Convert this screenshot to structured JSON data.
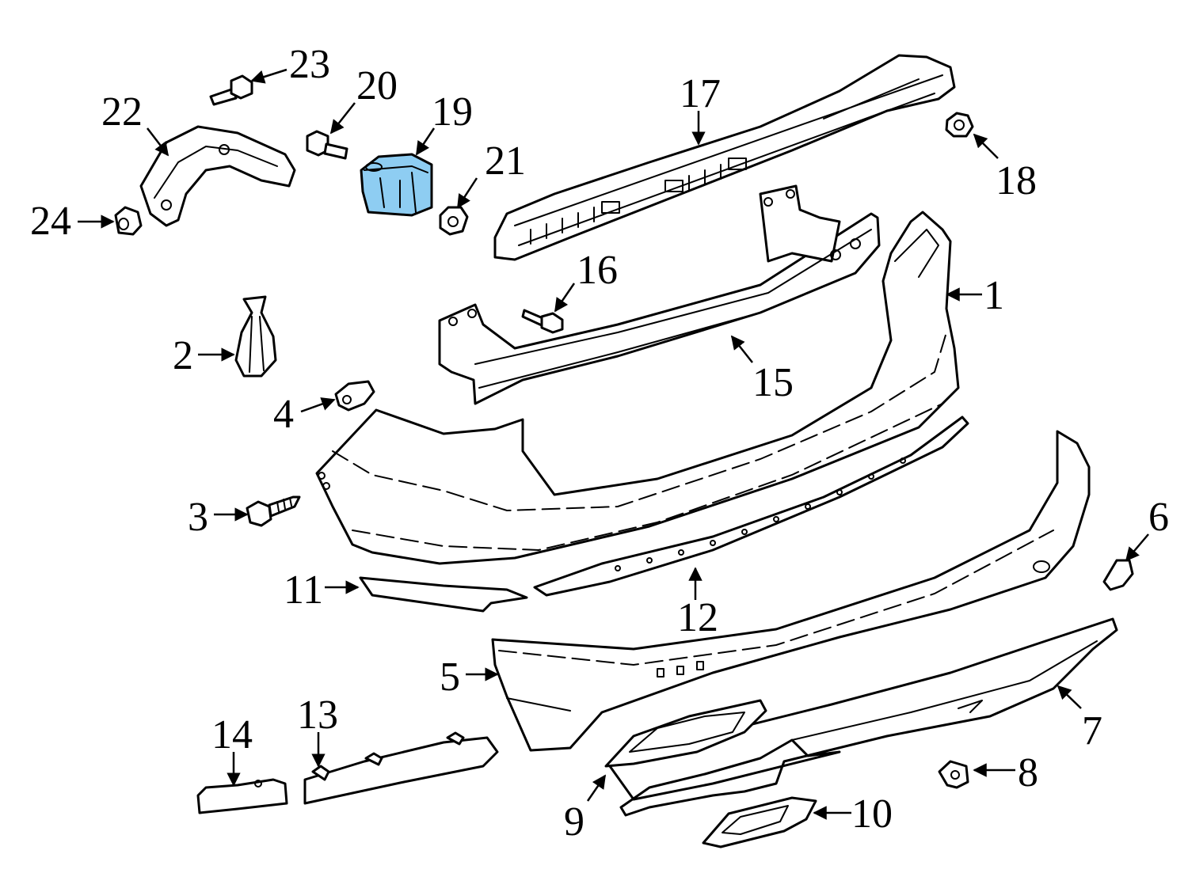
{
  "diagram": {
    "highlight_color": "#8ecdf2",
    "highlighted_part": "19",
    "callouts": [
      {
        "id": "c1",
        "label": "1"
      },
      {
        "id": "c2",
        "label": "2"
      },
      {
        "id": "c3",
        "label": "3"
      },
      {
        "id": "c4",
        "label": "4"
      },
      {
        "id": "c5",
        "label": "5"
      },
      {
        "id": "c6",
        "label": "6"
      },
      {
        "id": "c7",
        "label": "7"
      },
      {
        "id": "c8",
        "label": "8"
      },
      {
        "id": "c9",
        "label": "9"
      },
      {
        "id": "c10",
        "label": "10"
      },
      {
        "id": "c11",
        "label": "11"
      },
      {
        "id": "c12",
        "label": "12"
      },
      {
        "id": "c13",
        "label": "13"
      },
      {
        "id": "c14",
        "label": "14"
      },
      {
        "id": "c15",
        "label": "15"
      },
      {
        "id": "c16",
        "label": "16"
      },
      {
        "id": "c17",
        "label": "17"
      },
      {
        "id": "c18",
        "label": "18"
      },
      {
        "id": "c19",
        "label": "19"
      },
      {
        "id": "c20",
        "label": "20"
      },
      {
        "id": "c21",
        "label": "21"
      },
      {
        "id": "c22",
        "label": "22"
      },
      {
        "id": "c23",
        "label": "23"
      },
      {
        "id": "c24",
        "label": "24"
      }
    ]
  }
}
